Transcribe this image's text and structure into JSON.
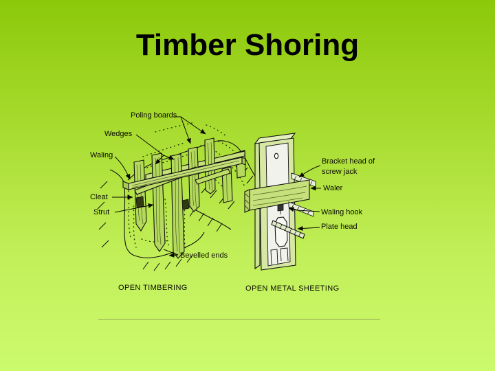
{
  "slide": {
    "title": "Timber Shoring",
    "background_top_color": "#8cc80a",
    "background_bottom_color": "#ccfa6e",
    "line_color": "#111111",
    "divider_color": "#93a356"
  },
  "figures": {
    "open_timbering": {
      "caption": "OPEN TIMBERING",
      "labels": {
        "poling_boards": "Poling boards",
        "wedges": "Wedges",
        "waling": "Waling",
        "cleat": "Cleat",
        "strut": "Strut",
        "bevelled_ends": "Bevelled ends"
      }
    },
    "open_metal_sheeting": {
      "caption": "OPEN METAL SHEETING",
      "labels": {
        "bracket_head": "Bracket head of screw jack",
        "waler": "Waler",
        "waling_hook": "Waling hook",
        "plate_head": "Plate head"
      }
    }
  }
}
